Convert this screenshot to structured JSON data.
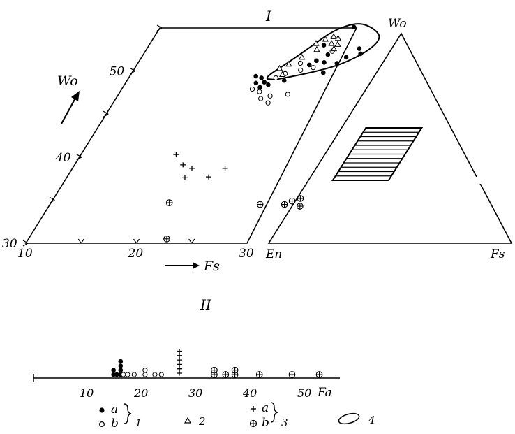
{
  "panel_I": {
    "label": "I",
    "wo_label": "Wo",
    "fs_label": "Fs",
    "wo_ticks": [
      {
        "value": 30,
        "label": "30"
      },
      {
        "value": 35,
        "label": ""
      },
      {
        "value": 40,
        "label": "40"
      },
      {
        "value": 45,
        "label": ""
      },
      {
        "value": 50,
        "label": "50"
      },
      {
        "value": 55,
        "label": ""
      }
    ],
    "fs_ticks": [
      {
        "value": 10,
        "label": "10"
      },
      {
        "value": 15,
        "label": ""
      },
      {
        "value": 20,
        "label": "20"
      },
      {
        "value": 25,
        "label": ""
      },
      {
        "value": 30,
        "label": "30"
      }
    ],
    "points_1a": [
      [
        21.4,
        49.4
      ],
      [
        22.0,
        49.2
      ],
      [
        21.8,
        48.6
      ],
      [
        22.5,
        48.7
      ],
      [
        22.4,
        48.1
      ],
      [
        23.0,
        48.4
      ],
      [
        24.2,
        48.9
      ],
      [
        25.6,
        50.7
      ],
      [
        26.0,
        51.2
      ],
      [
        26.8,
        51.0
      ],
      [
        27.3,
        49.8
      ],
      [
        28.0,
        50.9
      ],
      [
        28.5,
        51.6
      ],
      [
        29.2,
        52.6
      ],
      [
        29.6,
        52.0
      ],
      [
        27.5,
        55.1
      ],
      [
        25.8,
        53.0
      ],
      [
        26.7,
        51.9
      ]
    ],
    "points_1b": [
      [
        21.8,
        47.9
      ],
      [
        22.6,
        47.6
      ],
      [
        23.1,
        46.8
      ],
      [
        23.8,
        47.1
      ],
      [
        24.0,
        46.3
      ],
      [
        25.3,
        47.3
      ],
      [
        23.3,
        49.2
      ],
      [
        23.9,
        49.7
      ],
      [
        26.1,
        50.4
      ],
      [
        26.9,
        52.3
      ],
      [
        24.7,
        50.9
      ],
      [
        25.1,
        50.1
      ]
    ],
    "points_2": [
      [
        23.1,
        50.3
      ],
      [
        23.7,
        50.8
      ],
      [
        24.5,
        51.6
      ],
      [
        25.0,
        53.2
      ],
      [
        25.6,
        53.7
      ],
      [
        26.2,
        54.0
      ],
      [
        26.7,
        53.8
      ],
      [
        26.4,
        53.2
      ],
      [
        27.0,
        53.1
      ],
      [
        26.9,
        52.6
      ],
      [
        23.7,
        49.6
      ],
      [
        25.4,
        52.5
      ]
    ],
    "points_3a": [
      [
        18.6,
        40.3
      ],
      [
        19.8,
        39.1
      ],
      [
        20.7,
        37.6
      ],
      [
        20.8,
        38.7
      ],
      [
        22.8,
        37.7
      ],
      [
        23.8,
        38.7
      ]
    ],
    "points_3b": [
      [
        20.7,
        34.7
      ],
      [
        22.5,
        30.5
      ],
      [
        29.0,
        34.5
      ],
      [
        31.2,
        34.5
      ],
      [
        31.7,
        34.9
      ],
      [
        32.3,
        35.2
      ],
      [
        32.7,
        34.3
      ]
    ],
    "field_4": [
      [
        23.3,
        49.0
      ],
      [
        22.2,
        49.1
      ],
      [
        23.5,
        50.9
      ],
      [
        24.7,
        52.8
      ],
      [
        25.8,
        54.7
      ],
      [
        27.6,
        55.7
      ],
      [
        29.5,
        54.9
      ],
      [
        30.7,
        53.7
      ],
      [
        29.8,
        51.8
      ],
      [
        27.2,
        50.0
      ]
    ]
  },
  "triangle": {
    "top_label": "Wo",
    "left_label": "En",
    "right_label": "Fs",
    "box": {
      "wo_min": 30,
      "wo_max": 55,
      "fs_min": 10,
      "fs_max": 33
    },
    "hatch_lines": 12
  },
  "panel_II": {
    "label": "II",
    "axis_label": "Fa",
    "ticks": [
      {
        "value": 10,
        "label": "10"
      },
      {
        "value": 20,
        "label": "20"
      },
      {
        "value": 30,
        "label": "30"
      },
      {
        "value": 40,
        "label": "40"
      },
      {
        "value": 50,
        "label": "50"
      }
    ],
    "stacks_1a": [
      {
        "x": 14.7,
        "n": 2
      },
      {
        "x": 16.0,
        "n": 4
      },
      {
        "x": 15.3,
        "n": 1
      }
    ],
    "stacks_1b": [
      {
        "x": 17.3,
        "n": 1
      },
      {
        "x": 18.5,
        "n": 1
      },
      {
        "x": 20.5,
        "n": 2
      },
      {
        "x": 22.3,
        "n": 1
      },
      {
        "x": 23.5,
        "n": 1
      },
      {
        "x": 16.5,
        "n": 1
      }
    ],
    "stacks_3a": [
      {
        "x": 26.8,
        "n": 6
      }
    ],
    "stacks_3b": [
      {
        "x": 33.2,
        "n": 2
      },
      {
        "x": 35.3,
        "n": 1
      },
      {
        "x": 37.0,
        "n": 2
      },
      {
        "x": 41.5,
        "n": 1
      },
      {
        "x": 47.5,
        "n": 1
      },
      {
        "x": 52.5,
        "n": 1
      }
    ]
  },
  "legend": {
    "a": "a",
    "b": "b",
    "group1": "1",
    "group2": "2",
    "group3": "3",
    "group4": "4"
  }
}
